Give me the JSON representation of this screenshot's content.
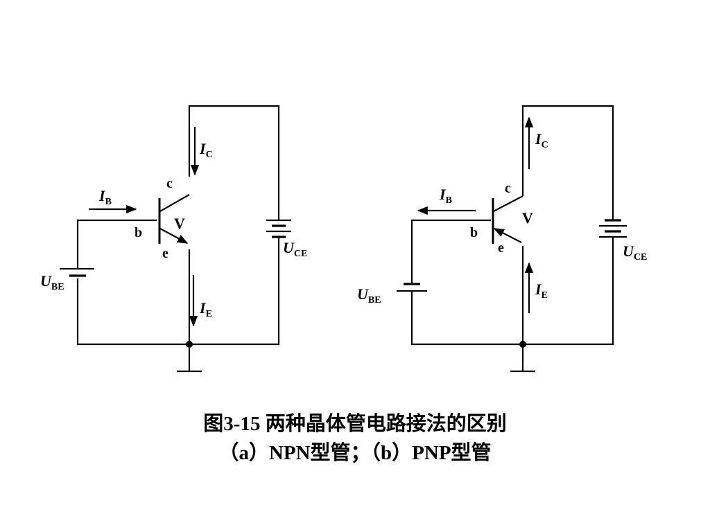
{
  "circuit_a": {
    "base_current": {
      "symbol": "I",
      "sub": "B"
    },
    "collector_current": {
      "symbol": "I",
      "sub": "C"
    },
    "emitter_current": {
      "symbol": "I",
      "sub": "E"
    },
    "base_voltage": {
      "symbol": "U",
      "sub": "BE"
    },
    "collector_voltage": {
      "symbol": "U",
      "sub": "CE"
    },
    "terminal_c": "c",
    "terminal_b": "b",
    "terminal_e": "e",
    "device": "V"
  },
  "circuit_b": {
    "base_current": {
      "symbol": "I",
      "sub": "B"
    },
    "collector_current": {
      "symbol": "I",
      "sub": "C"
    },
    "emitter_current": {
      "symbol": "I",
      "sub": "E"
    },
    "base_voltage": {
      "symbol": "U",
      "sub": "BE"
    },
    "collector_voltage": {
      "symbol": "U",
      "sub": "CE"
    },
    "terminal_c": "c",
    "terminal_b": "b",
    "terminal_e": "e",
    "device": "V"
  },
  "caption": {
    "line1": "图3-15  两种晶体管电路接法的区别",
    "line2": "（a）NPN型管；（b）PNP型管"
  }
}
